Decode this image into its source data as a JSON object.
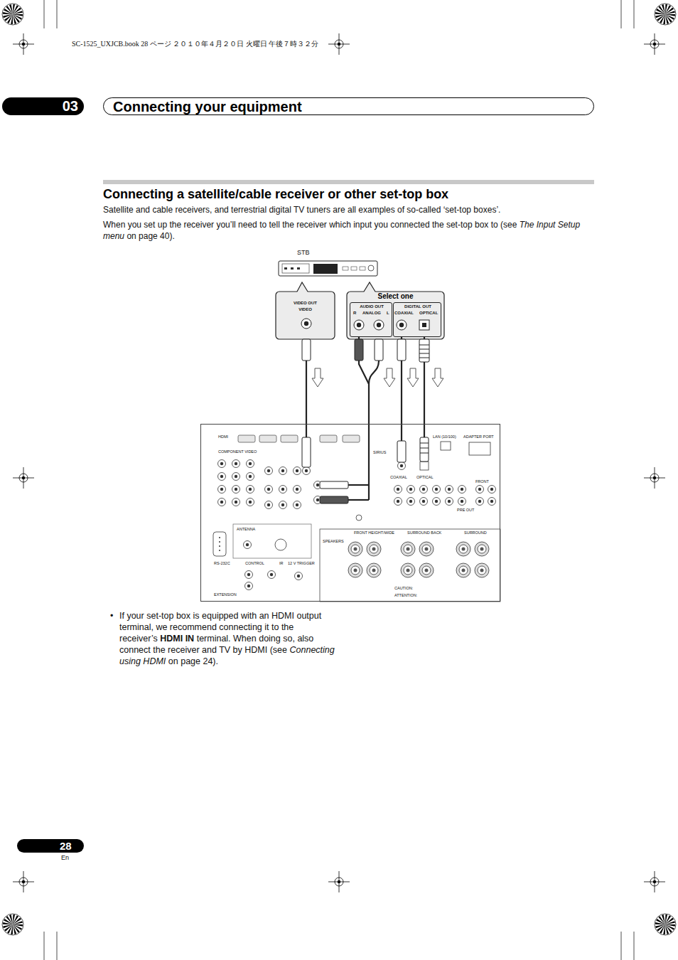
{
  "diagram": {
    "title": "Connecting a satellite/cable receiver or other set-top box",
    "nodes": [
      {
        "text": [
          "03"
        ]
      },
      {
        "text": [
          "Connecting your equipment"
        ]
      },
      {
        "text": [
          "STB"
        ]
      },
      {
        "text": [
          "VIDEO OUT",
          "VIDEO"
        ]
      },
      {
        "text": [
          "Select one"
        ]
      },
      {
        "text": [
          "AUDIO OUT",
          "R",
          "ANALOG",
          "L"
        ],
        "in": 4
      },
      {
        "text": [
          "DIGITAL OUT",
          "COAXIAL",
          "OPTICAL"
        ],
        "in": 4
      },
      {
        "text": [
          "HDMI",
          "COMPONENT VIDEO",
          "LAN (10/100)",
          "ADAPTER PORT",
          "SIRIUS",
          "COAXIAL",
          "OPTICAL",
          "FRONT",
          "PRE OUT",
          "ANTENNA",
          "SPEAKERS",
          "FRONT HEIGHT/WIDE",
          "SURROUND BACK",
          "SURROUND",
          "RS-232C",
          "CONTROL",
          "IR",
          "12 V TRIGGER",
          "EXTENSION",
          "CAUTION:",
          "ATTENTION:"
        ]
      }
    ],
    "edges": [
      {
        "from": 3,
        "to": 7,
        "arrow": "none"
      },
      {
        "from": 5,
        "to": 7,
        "arrow": "none"
      },
      {
        "from": 6,
        "to": 7,
        "arrow": "none"
      },
      {
        "from": 6,
        "to": 7,
        "arrow": "none"
      }
    ],
    "labels": [
      "SC-1525_UXJCB.book  28 ページ  ２０１０年４月２０日  火曜日  午後７時３２分",
      "Satellite and cable receivers, and terrestrial digital TV tuners are all examples of so-called ‘set-top boxes’.",
      "When you set up the receiver you’ll need to tell the receiver which input you connected the set-top box to (see",
      "The Input Setup menu",
      "on page 40).",
      "•",
      "If your set-top box is equipped with an HDMI output terminal, we recommend connecting it to the receiver’s",
      "HDMI IN",
      "terminal. When doing so, also connect the receiver and TV by HDMI (see",
      "Connecting using HDMI",
      "on page 24).",
      "28",
      "En"
    ]
  }
}
